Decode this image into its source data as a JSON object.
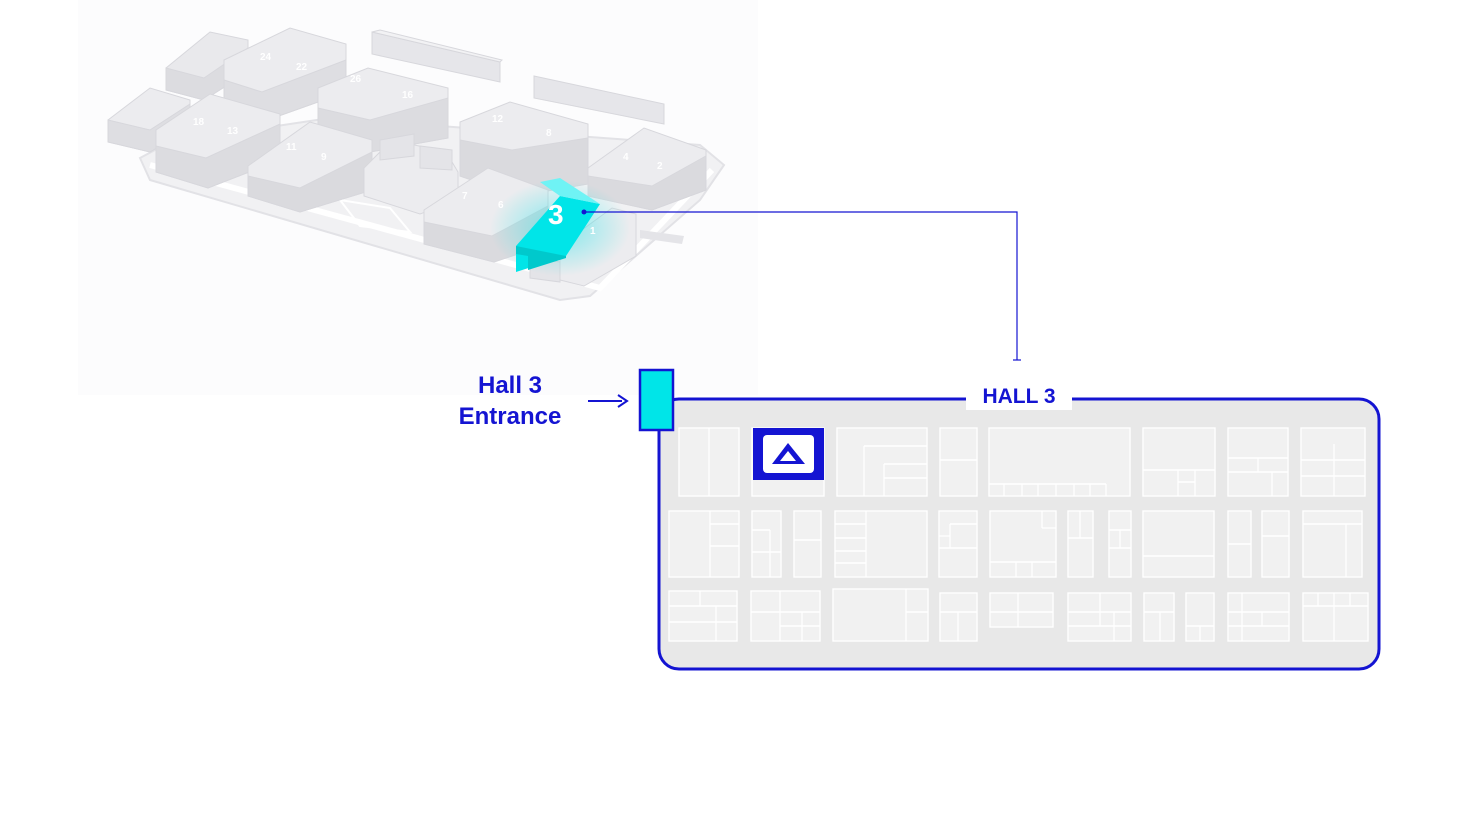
{
  "entrance": {
    "line1": "Hall 3",
    "line2": "Entrance"
  },
  "hall": {
    "title": "HALL 3",
    "highlight_color": "#00e5e8",
    "accent_color": "#1414d2"
  },
  "campus": {
    "highlighted_number": "3",
    "building_numbers": [
      "24",
      "22",
      "26",
      "16",
      "18",
      "13",
      "11",
      "9",
      "12",
      "8",
      "4",
      "2",
      "7",
      "6",
      "1"
    ]
  },
  "exhibitor_logo": {
    "icon": "triangle-logo-icon",
    "color": "#1414d2"
  }
}
